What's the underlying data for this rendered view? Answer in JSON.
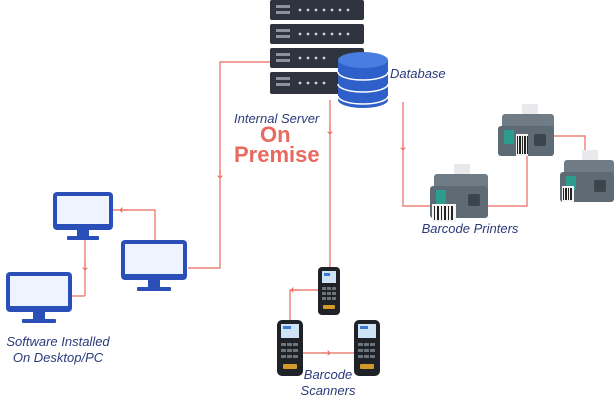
{
  "labels": {
    "database": "Database",
    "internal_server": "Internal Server",
    "on": "On",
    "premise": "Premise",
    "software_line1": "Software Installed",
    "software_line2": "On Desktop/PC",
    "barcode_printers": "Barcode Printers",
    "barcode_scanners_line1": "Barcode",
    "barcode_scanners_line2": "Scanners"
  },
  "colors": {
    "connector": "#e86a5e",
    "label": "#2b3a7a",
    "accent": "#e86a5e",
    "server": "#2e333d",
    "database": "#2f5fc9",
    "monitor": "#2a4fb8",
    "printer": "#5f6b74",
    "scanner": "#1f2226"
  },
  "icons": [
    "server-rack-icon",
    "database-icon",
    "desktop-monitor-icon",
    "barcode-printer-icon",
    "barcode-scanner-icon"
  ]
}
